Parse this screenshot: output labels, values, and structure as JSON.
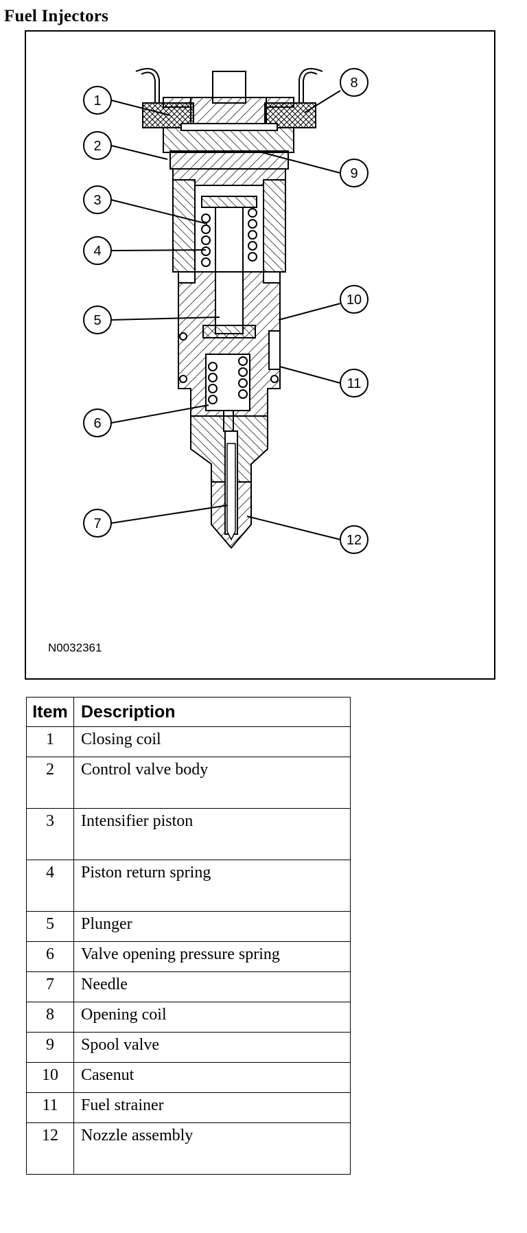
{
  "page_title": "Fuel Injectors",
  "figure": {
    "id": "N0032361",
    "callouts": [
      "1",
      "2",
      "3",
      "4",
      "5",
      "6",
      "7",
      "8",
      "9",
      "10",
      "11",
      "12"
    ]
  },
  "table": {
    "headers": {
      "item": "Item",
      "description": "Description"
    },
    "rows": [
      {
        "item": "1",
        "description": "Closing coil"
      },
      {
        "item": "2",
        "description": "Control valve body"
      },
      {
        "item": "3",
        "description": "Intensifier piston"
      },
      {
        "item": "4",
        "description": "Piston return spring"
      },
      {
        "item": "5",
        "description": "Plunger"
      },
      {
        "item": "6",
        "description": "Valve opening pressure spring"
      },
      {
        "item": "7",
        "description": "Needle"
      },
      {
        "item": "8",
        "description": "Opening coil"
      },
      {
        "item": "9",
        "description": "Spool valve"
      },
      {
        "item": "10",
        "description": "Casenut"
      },
      {
        "item": "11",
        "description": "Fuel strainer"
      },
      {
        "item": "12",
        "description": "Nozzle assembly"
      }
    ]
  }
}
